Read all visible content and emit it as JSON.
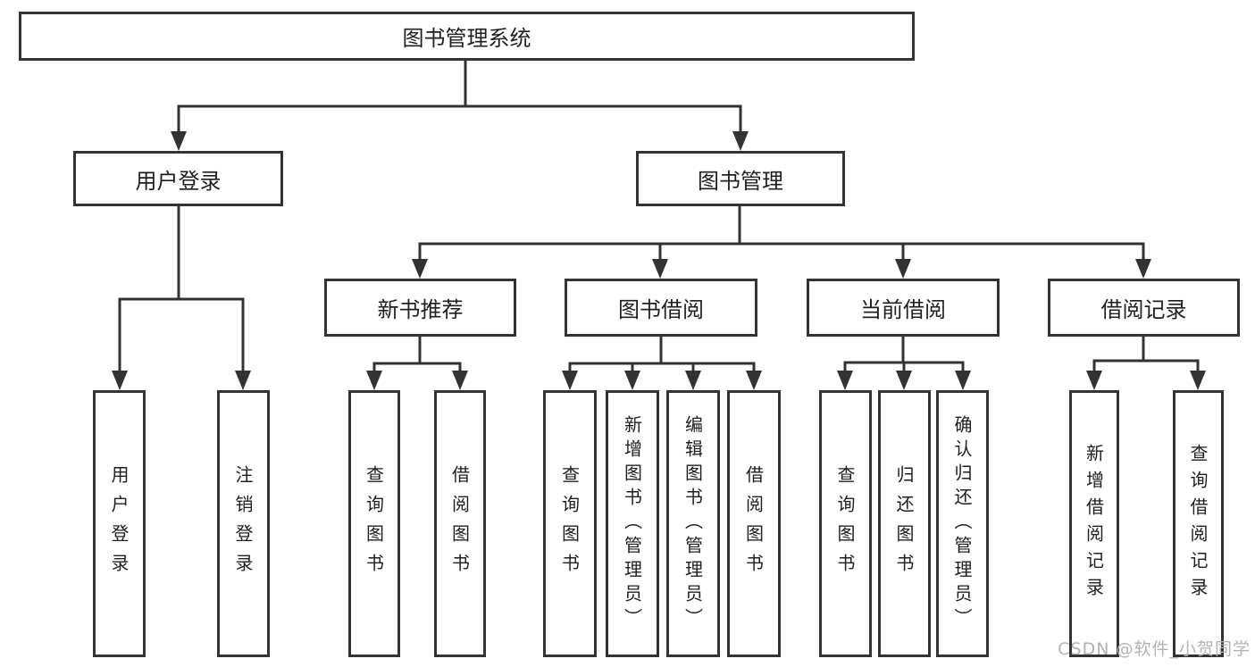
{
  "diagram_title": "图书管理系统",
  "colors": {
    "line": "#333333",
    "text": "#1f1f1f",
    "background": "#ffffff",
    "watermark": "#b3b3b3"
  },
  "tree": {
    "label": "图书管理系统",
    "children": [
      {
        "label": "用户登录",
        "children": [
          {
            "label": "用户登录"
          },
          {
            "label": "注销登录"
          }
        ]
      },
      {
        "label": "图书管理",
        "children": [
          {
            "label": "新书推荐",
            "children": [
              {
                "label": "查询图书"
              },
              {
                "label": "借阅图书"
              }
            ]
          },
          {
            "label": "图书借阅",
            "children": [
              {
                "label": "查询图书"
              },
              {
                "label": "新增图书（管理员）"
              },
              {
                "label": "编辑图书（管理员）"
              },
              {
                "label": "借阅图书"
              }
            ]
          },
          {
            "label": "当前借阅",
            "children": [
              {
                "label": "查询图书"
              },
              {
                "label": "归还图书"
              },
              {
                "label": "确认归还（管理员）"
              }
            ]
          },
          {
            "label": "借阅记录",
            "children": [
              {
                "label": "新增借阅记录"
              },
              {
                "label": "查询借阅记录"
              }
            ]
          }
        ]
      }
    ]
  },
  "watermark": {
    "text": "CSDN @软件_小贺同学"
  }
}
